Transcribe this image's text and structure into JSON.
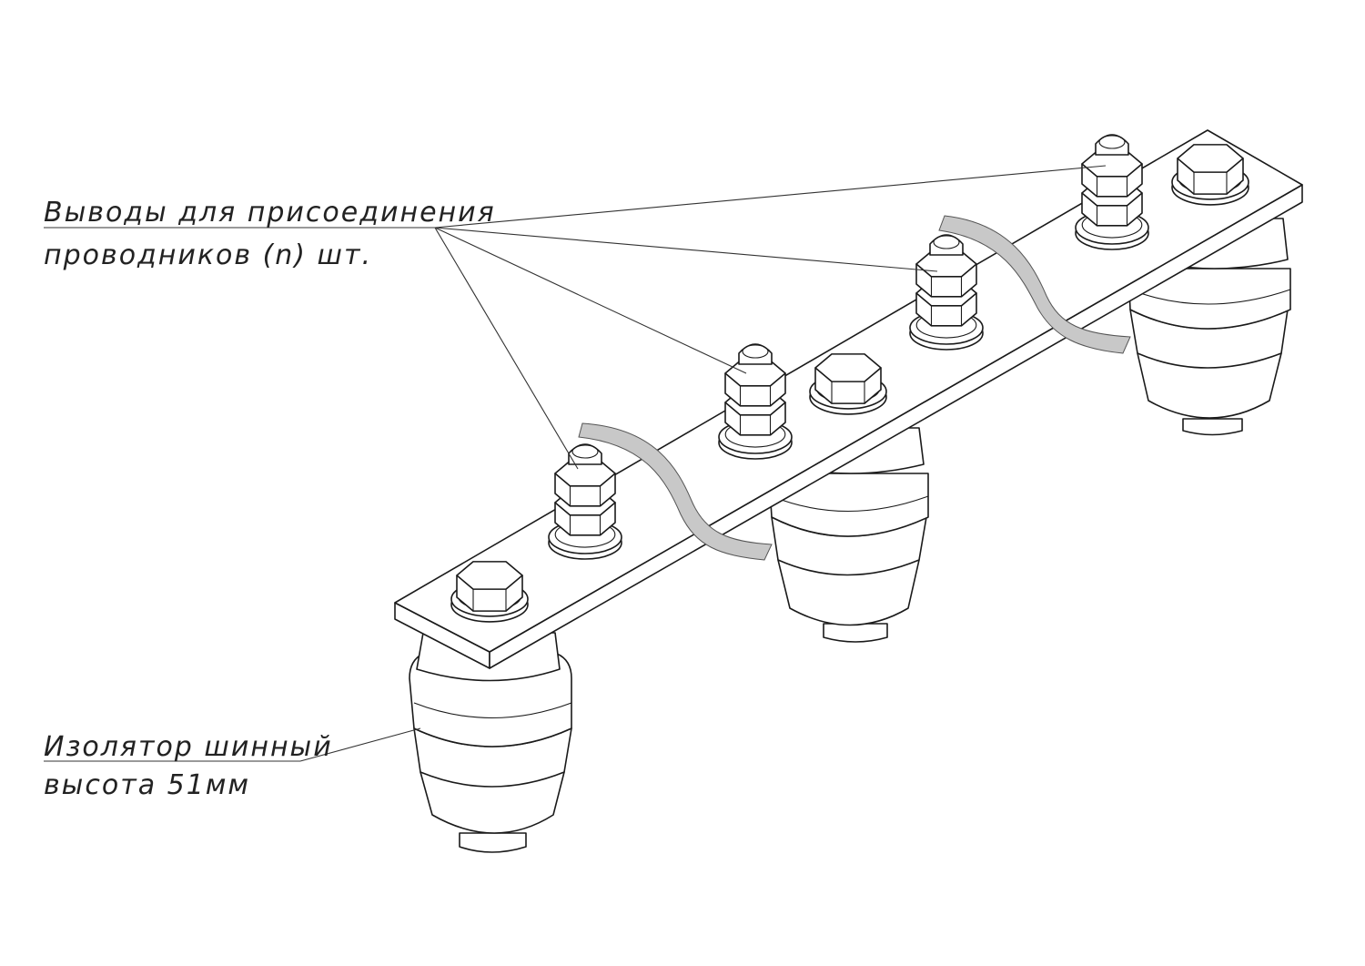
{
  "labels": {
    "terminals_line1": "Выводы для присоединения",
    "terminals_line2": "проводников (n) шт.",
    "insulator_line1": "Изолятор шинный",
    "insulator_line2": "высота 51мм"
  },
  "colors": {
    "line": "#1a1a1a",
    "break_fill": "#c8c8c8",
    "background": "#ffffff"
  }
}
